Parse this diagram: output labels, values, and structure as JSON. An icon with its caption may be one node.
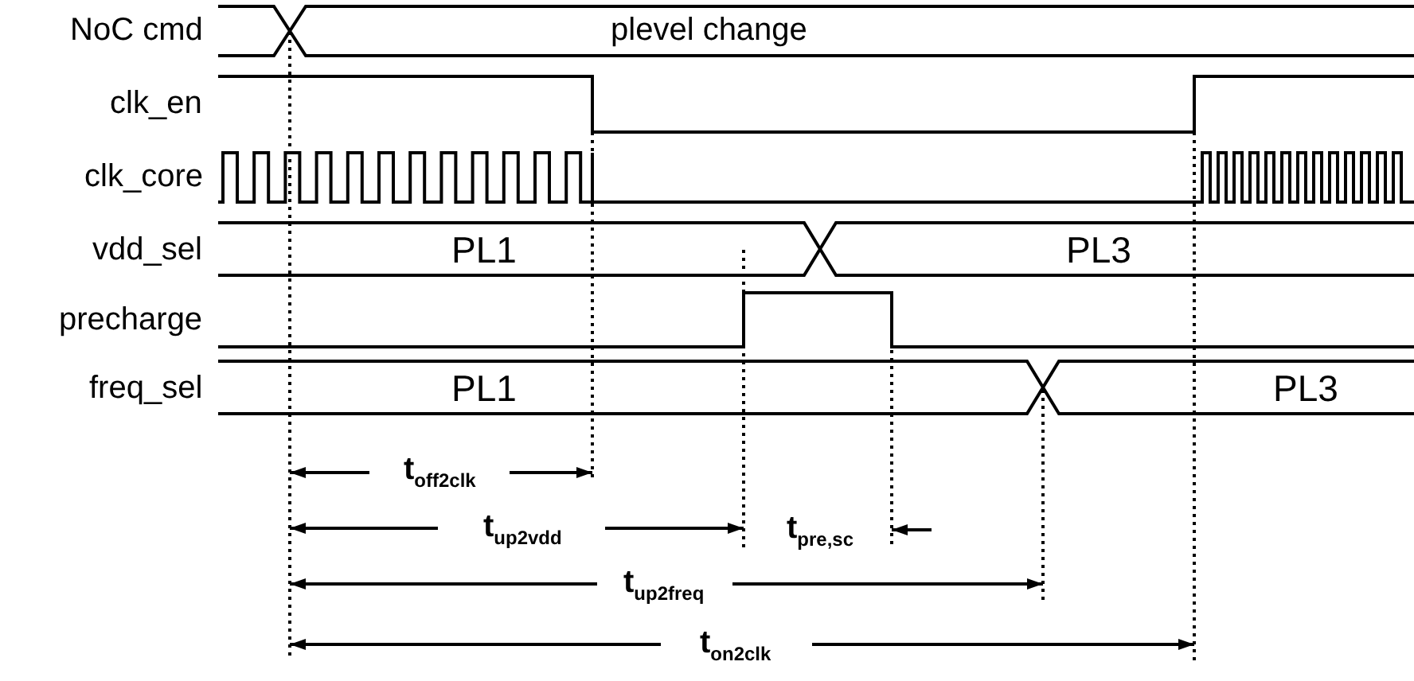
{
  "diagram": {
    "labels": [
      "NoC cmd",
      "plevel change",
      "clk_en",
      "clk_core",
      "vdd_sel",
      "PL1",
      "PL3",
      "precharge",
      "freq_sel",
      "PL1",
      "PL3",
      "t$_{off2clk}$",
      "t$_{up2vdd}$",
      "t$_{pre,sc}$",
      "t$_{up2freq}$",
      "t$_{on2clk}$"
    ]
  }
}
